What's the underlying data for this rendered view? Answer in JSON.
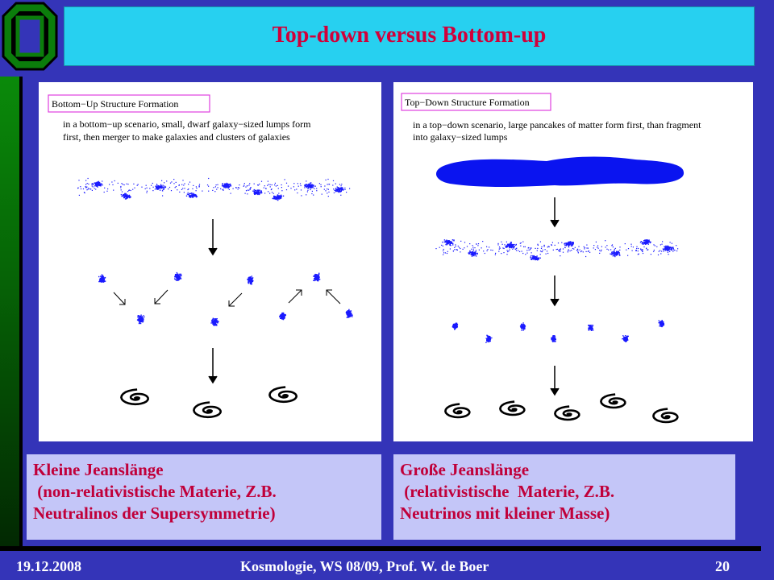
{
  "title": "Top-down versus Bottom-up",
  "left_panel": {
    "heading": "Bottom−Up Structure Formation",
    "text_line1": "in a bottom−up scenario, small, dwarf galaxy−sized lumps form",
    "text_line2": "first, then merger to make galaxies and clusters of galaxies"
  },
  "right_panel": {
    "heading": "Top−Down Structure Formation",
    "text_line1": "in a top−down scenario, large pancakes of matter form first, than fragment",
    "text_line2": "into galaxy−sized lumps"
  },
  "left_note": {
    "line1": "Kleine Jeanslänge",
    "line2": " (non-relativistische Materie, Z.B.",
    "line3": "Neutralinos der Supersymmetrie)"
  },
  "right_note": {
    "line1": "Große Jeanslänge",
    "line2": " (relativistische  Materie, Z.B.",
    "line3": "Neutrinos mit kleiner Masse)"
  },
  "footer": {
    "date": "19.12.2008",
    "course": "Kosmologie,  WS 08/09,  Prof. W. de Boer",
    "page": "20"
  },
  "colors": {
    "background": "#3434b8",
    "title_bg": "#27d0f0",
    "title_text": "#d0003a",
    "note_bg": "#c4c6f8",
    "note_text": "#c0003a",
    "dots": "#1a1aff",
    "heading_border": "#e040e0"
  }
}
